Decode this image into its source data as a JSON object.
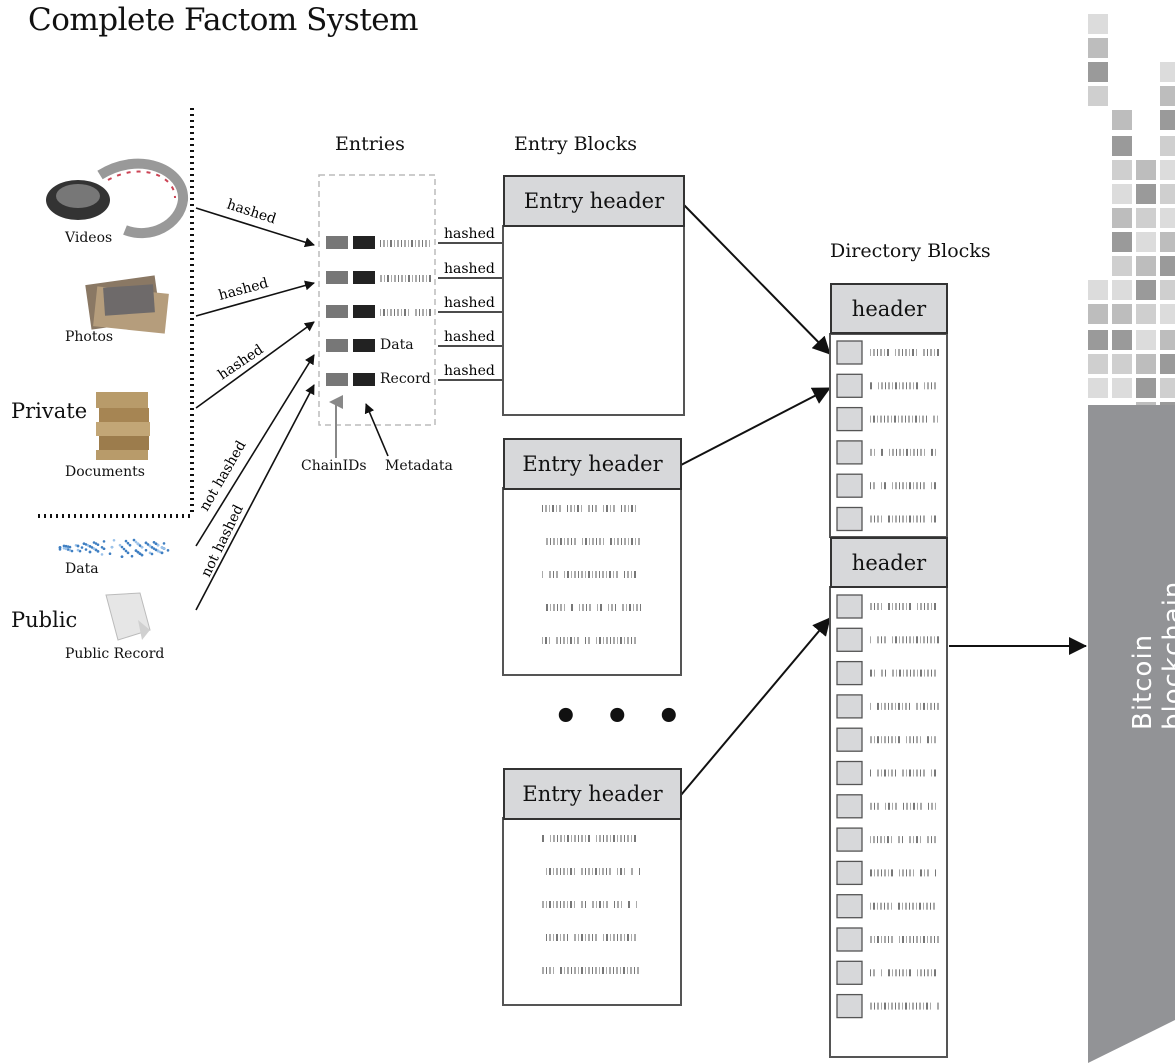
{
  "title": "Complete Factom System",
  "sources": {
    "videos": "Videos",
    "photos": "Photos",
    "private": "Private",
    "documents": "Documents",
    "data": "Data",
    "public": "Public",
    "public_record": "Public Record"
  },
  "arrow_labels": {
    "hashed": "hashed",
    "not_hashed": "not hashed"
  },
  "entries": {
    "heading": "Entries",
    "rows": [
      "",
      "",
      "",
      "Data",
      "Record"
    ],
    "chainids": "ChainIDs",
    "metadata": "Metadata"
  },
  "entry_blocks": {
    "heading": "Entry Blocks",
    "header_label": "Entry header",
    "ellipsis": "• • •"
  },
  "directory_blocks": {
    "heading": "Directory Blocks",
    "header_label": "header"
  },
  "bitcoin": {
    "label": "Bitcoin blockchain",
    "color": "#929396"
  },
  "colors": {
    "header_fill": "#d7d8da",
    "line": "#111111",
    "dashed": "#bbbbbb"
  }
}
